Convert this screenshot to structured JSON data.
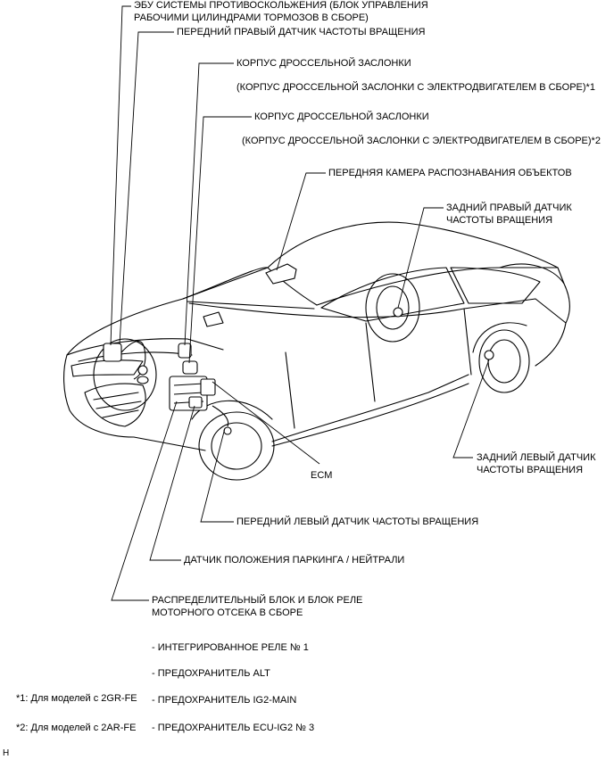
{
  "labels": {
    "abs_ecu_line1": "ЭБУ СИСТЕМЫ ПРОТИВОСКОЛЬЖЕНИЯ (БЛОК УПРАВЛЕНИЯ",
    "abs_ecu_line2": "РАБОЧИМИ ЦИЛИНДРАМИ ТОРМОЗОВ В СБОРЕ)",
    "front_right_sensor": "ПЕРЕДНИЙ ПРАВЫЙ ДАТЧИК ЧАСТОТЫ ВРАЩЕНИЯ",
    "throttle_body_1": "КОРПУС ДРОССЕЛЬНОЙ ЗАСЛОНКИ",
    "throttle_body_1_note": "(КОРПУС ДРОССЕЛЬНОЙ ЗАСЛОНКИ С ЭЛЕКТРОДВИГАТЕЛЕМ В СБОРЕ)*1",
    "throttle_body_2": "КОРПУС ДРОССЕЛЬНОЙ ЗАСЛОНКИ",
    "throttle_body_2_note": "(КОРПУС ДРОССЕЛЬНОЙ ЗАСЛОНКИ С ЭЛЕКТРОДВИГАТЕЛЕМ В СБОРЕ)*2",
    "front_camera": "ПЕРЕДНЯЯ КАМЕРА РАСПОЗНАВАНИЯ ОБЪЕКТОВ",
    "rear_right_sensor_line1": "ЗАДНИЙ ПРАВЫЙ ДАТЧИК",
    "rear_right_sensor_line2": "ЧАСТОТЫ ВРАЩЕНИЯ",
    "rear_left_sensor_line1": "ЗАДНИЙ ЛЕВЫЙ ДАТЧИК",
    "rear_left_sensor_line2": "ЧАСТОТЫ ВРАЩЕНИЯ",
    "ecm": "ECM",
    "front_left_sensor": "ПЕРЕДНИЙ ЛЕВЫЙ ДАТЧИК ЧАСТОТЫ ВРАЩЕНИЯ",
    "park_neutral_sensor": "ДАТЧИК ПОЛОЖЕНИЯ ПАРКИНГА / НЕЙТРАЛИ",
    "relay_block_line1": "РАСПРЕДЕЛИТЕЛЬНЫЙ БЛОК И БЛОК РЕЛЕ",
    "relay_block_line2": "МОТОРНОГО ОТСЕКА В СБОРЕ"
  },
  "relay_block_items": [
    "- ИНТЕГРИРОВАННОЕ РЕЛЕ № 1",
    "- ПРЕДОХРАНИТЕЛЬ ALT",
    "- ПРЕДОХРАНИТЕЛЬ IG2-MAIN",
    "- ПРЕДОХРАНИТЕЛЬ ECU-IG2 № 3"
  ],
  "footnotes": {
    "note1": "*1: Для моделей с 2GR-FE",
    "note2": "*2: Для моделей с 2AR-FE"
  },
  "figure_code": "H"
}
